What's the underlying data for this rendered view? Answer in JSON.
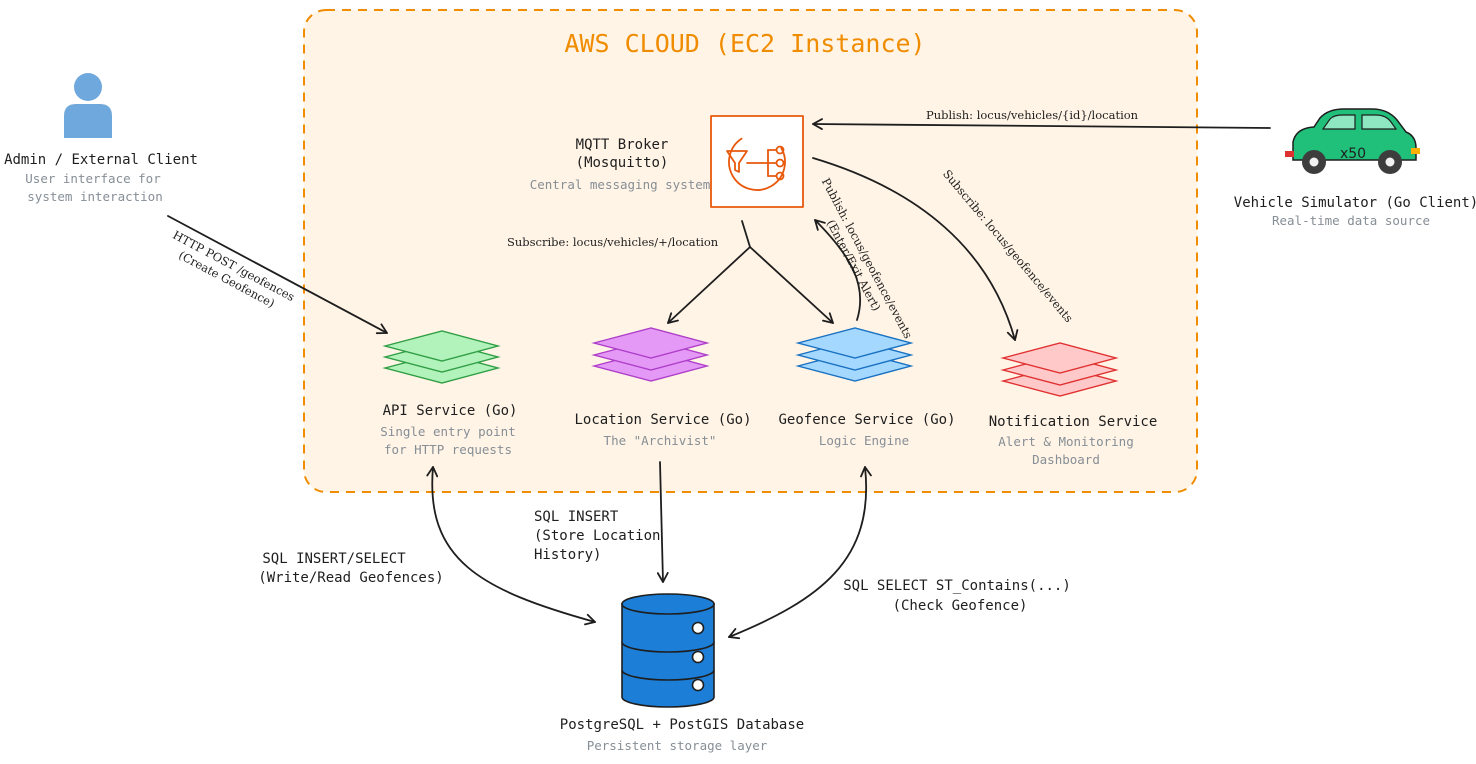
{
  "cloud": {
    "title": "AWS CLOUD (EC2 Instance)"
  },
  "client": {
    "title": "Admin / External Client",
    "sub_lines": [
      "User interface for",
      "system interaction"
    ]
  },
  "broker": {
    "title_lines": [
      "MQTT Broker",
      "(Mosquitto)"
    ],
    "sub": "Central messaging system"
  },
  "vehicle": {
    "badge": "x50",
    "title": "Vehicle Simulator (Go Client)",
    "sub": "Real-time data source"
  },
  "services": {
    "api": {
      "title": "API Service (Go)",
      "sub_lines": [
        "Single entry point",
        "for HTTP requests"
      ]
    },
    "location": {
      "title": "Location Service (Go)",
      "sub": "The \"Archivist\""
    },
    "geofence": {
      "title": "Geofence Service (Go)",
      "sub": "Logic Engine"
    },
    "notification": {
      "title": "Notification Service",
      "sub_lines": [
        "Alert & Monitoring",
        "Dashboard"
      ]
    }
  },
  "database": {
    "title": "PostgreSQL + PostGIS Database",
    "sub": "Persistent storage layer"
  },
  "edges": {
    "publish_location": "Publish: locus/vehicles/{id}/location",
    "subscribe_location": "Subscribe: locus/vehicles/+/location",
    "publish_events_lines": [
      "Publish: locus/geofence/events",
      "(Enter/Exit Alert)"
    ],
    "subscribe_events": "Subscribe: locus/geofence/events",
    "http_lines": [
      "HTTP POST /geofences",
      "(Create Geofence)"
    ],
    "sql_insert_lines": [
      "SQL INSERT",
      "(Store Location",
      "History)"
    ],
    "sql_geofences_lines": [
      "SQL INSERT/SELECT",
      "(Write/Read Geofences)"
    ],
    "sql_contains_lines": [
      "SQL SELECT ST_Contains(...)",
      "(Check Geofence)"
    ]
  },
  "colors": {
    "cloud_border": "#f08c00",
    "cloud_fill": "#fff4e6",
    "api_fill": "#b2f2bb",
    "api_stroke": "#2f9e44",
    "location_fill": "#e599f7",
    "location_stroke": "#ae3ec9",
    "geofence_fill": "#a5d8ff",
    "geofence_stroke": "#1971c2",
    "notification_fill": "#ffc9c9",
    "notification_stroke": "#e03131",
    "broker_stroke": "#e8590c",
    "person": "#6fa8dc",
    "vehicle": "#20c07a",
    "database": "#1c7ed6"
  },
  "icons": {
    "client": "user-icon",
    "broker": "mqtt-broker-icon",
    "vehicle": "car-icon",
    "database": "database-icon"
  }
}
